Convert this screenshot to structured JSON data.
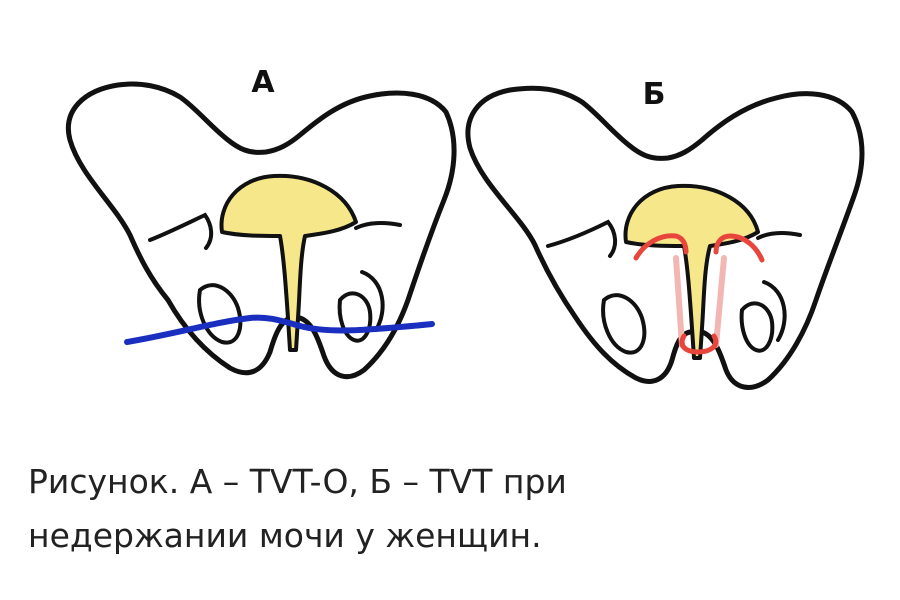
{
  "figure": {
    "panel_a_label": "А",
    "panel_b_label": "Б"
  },
  "caption": {
    "line1": "Рисунок. А – TVT-O, Б – TVT при",
    "line2": "недержании мочи у женщин."
  },
  "colors": {
    "outline": "#111111",
    "bladder": "#f6e88a",
    "tvto_tape": "#1a2fbf",
    "tvt_tape": "#e8453c",
    "tvt_tape_path": "#f3b7b3"
  }
}
